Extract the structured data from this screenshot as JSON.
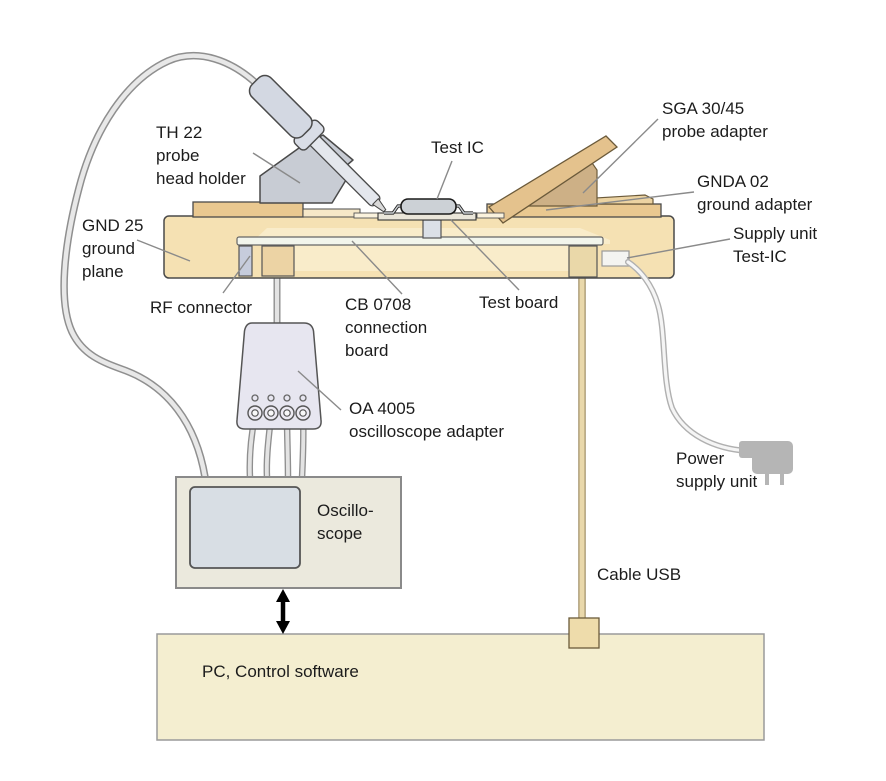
{
  "labels": {
    "th22": [
      "TH 22",
      "probe",
      "head holder"
    ],
    "test_ic": [
      "Test IC"
    ],
    "sga": [
      "SGA 30/45",
      "probe adapter"
    ],
    "gnda": [
      "GNDA 02",
      "ground adapter"
    ],
    "gnd25": [
      "GND 25",
      "ground",
      "plane"
    ],
    "rf": [
      "RF connector"
    ],
    "cb0708": [
      "CB 0708",
      "connection",
      "board"
    ],
    "test_board": [
      "Test board"
    ],
    "supply_unit": [
      "Supply unit",
      "Test-IC"
    ],
    "oa4005": [
      "OA 4005",
      "oscilloscope adapter"
    ],
    "power": [
      "Power",
      "supply unit"
    ],
    "cable_usb": [
      "Cable USB"
    ],
    "oscilloscope": [
      "Oscillo-",
      "scope"
    ],
    "pc": [
      "PC, Control software"
    ]
  },
  "colors": {
    "wood_strip": "#e9c890",
    "ramp": "#e4c28d",
    "wedge": "#cdb086",
    "gnda_board": "#ecd3a2",
    "table_fill": "#f5e1b3",
    "table_highlight": "#f9ecca",
    "holder_gray": "#c8ccd4",
    "probe_body": "#d3d8e2",
    "connection_board": "#f2f5ec",
    "rf_connector": "#c6ccdc",
    "adapter_fill": "#e7e6f0",
    "scope_body": "#ebe9dd",
    "scope_screen": "#d8dee4",
    "pc_fill": "#f4eed0",
    "usb_cable": "#e9d8ab",
    "plug_gray": "#b5b5b5",
    "cable_gray": "#e8e8e8",
    "outline": "#4a4a4a",
    "leader_line": "#8a8a8a",
    "text": "#1c1c1c"
  }
}
